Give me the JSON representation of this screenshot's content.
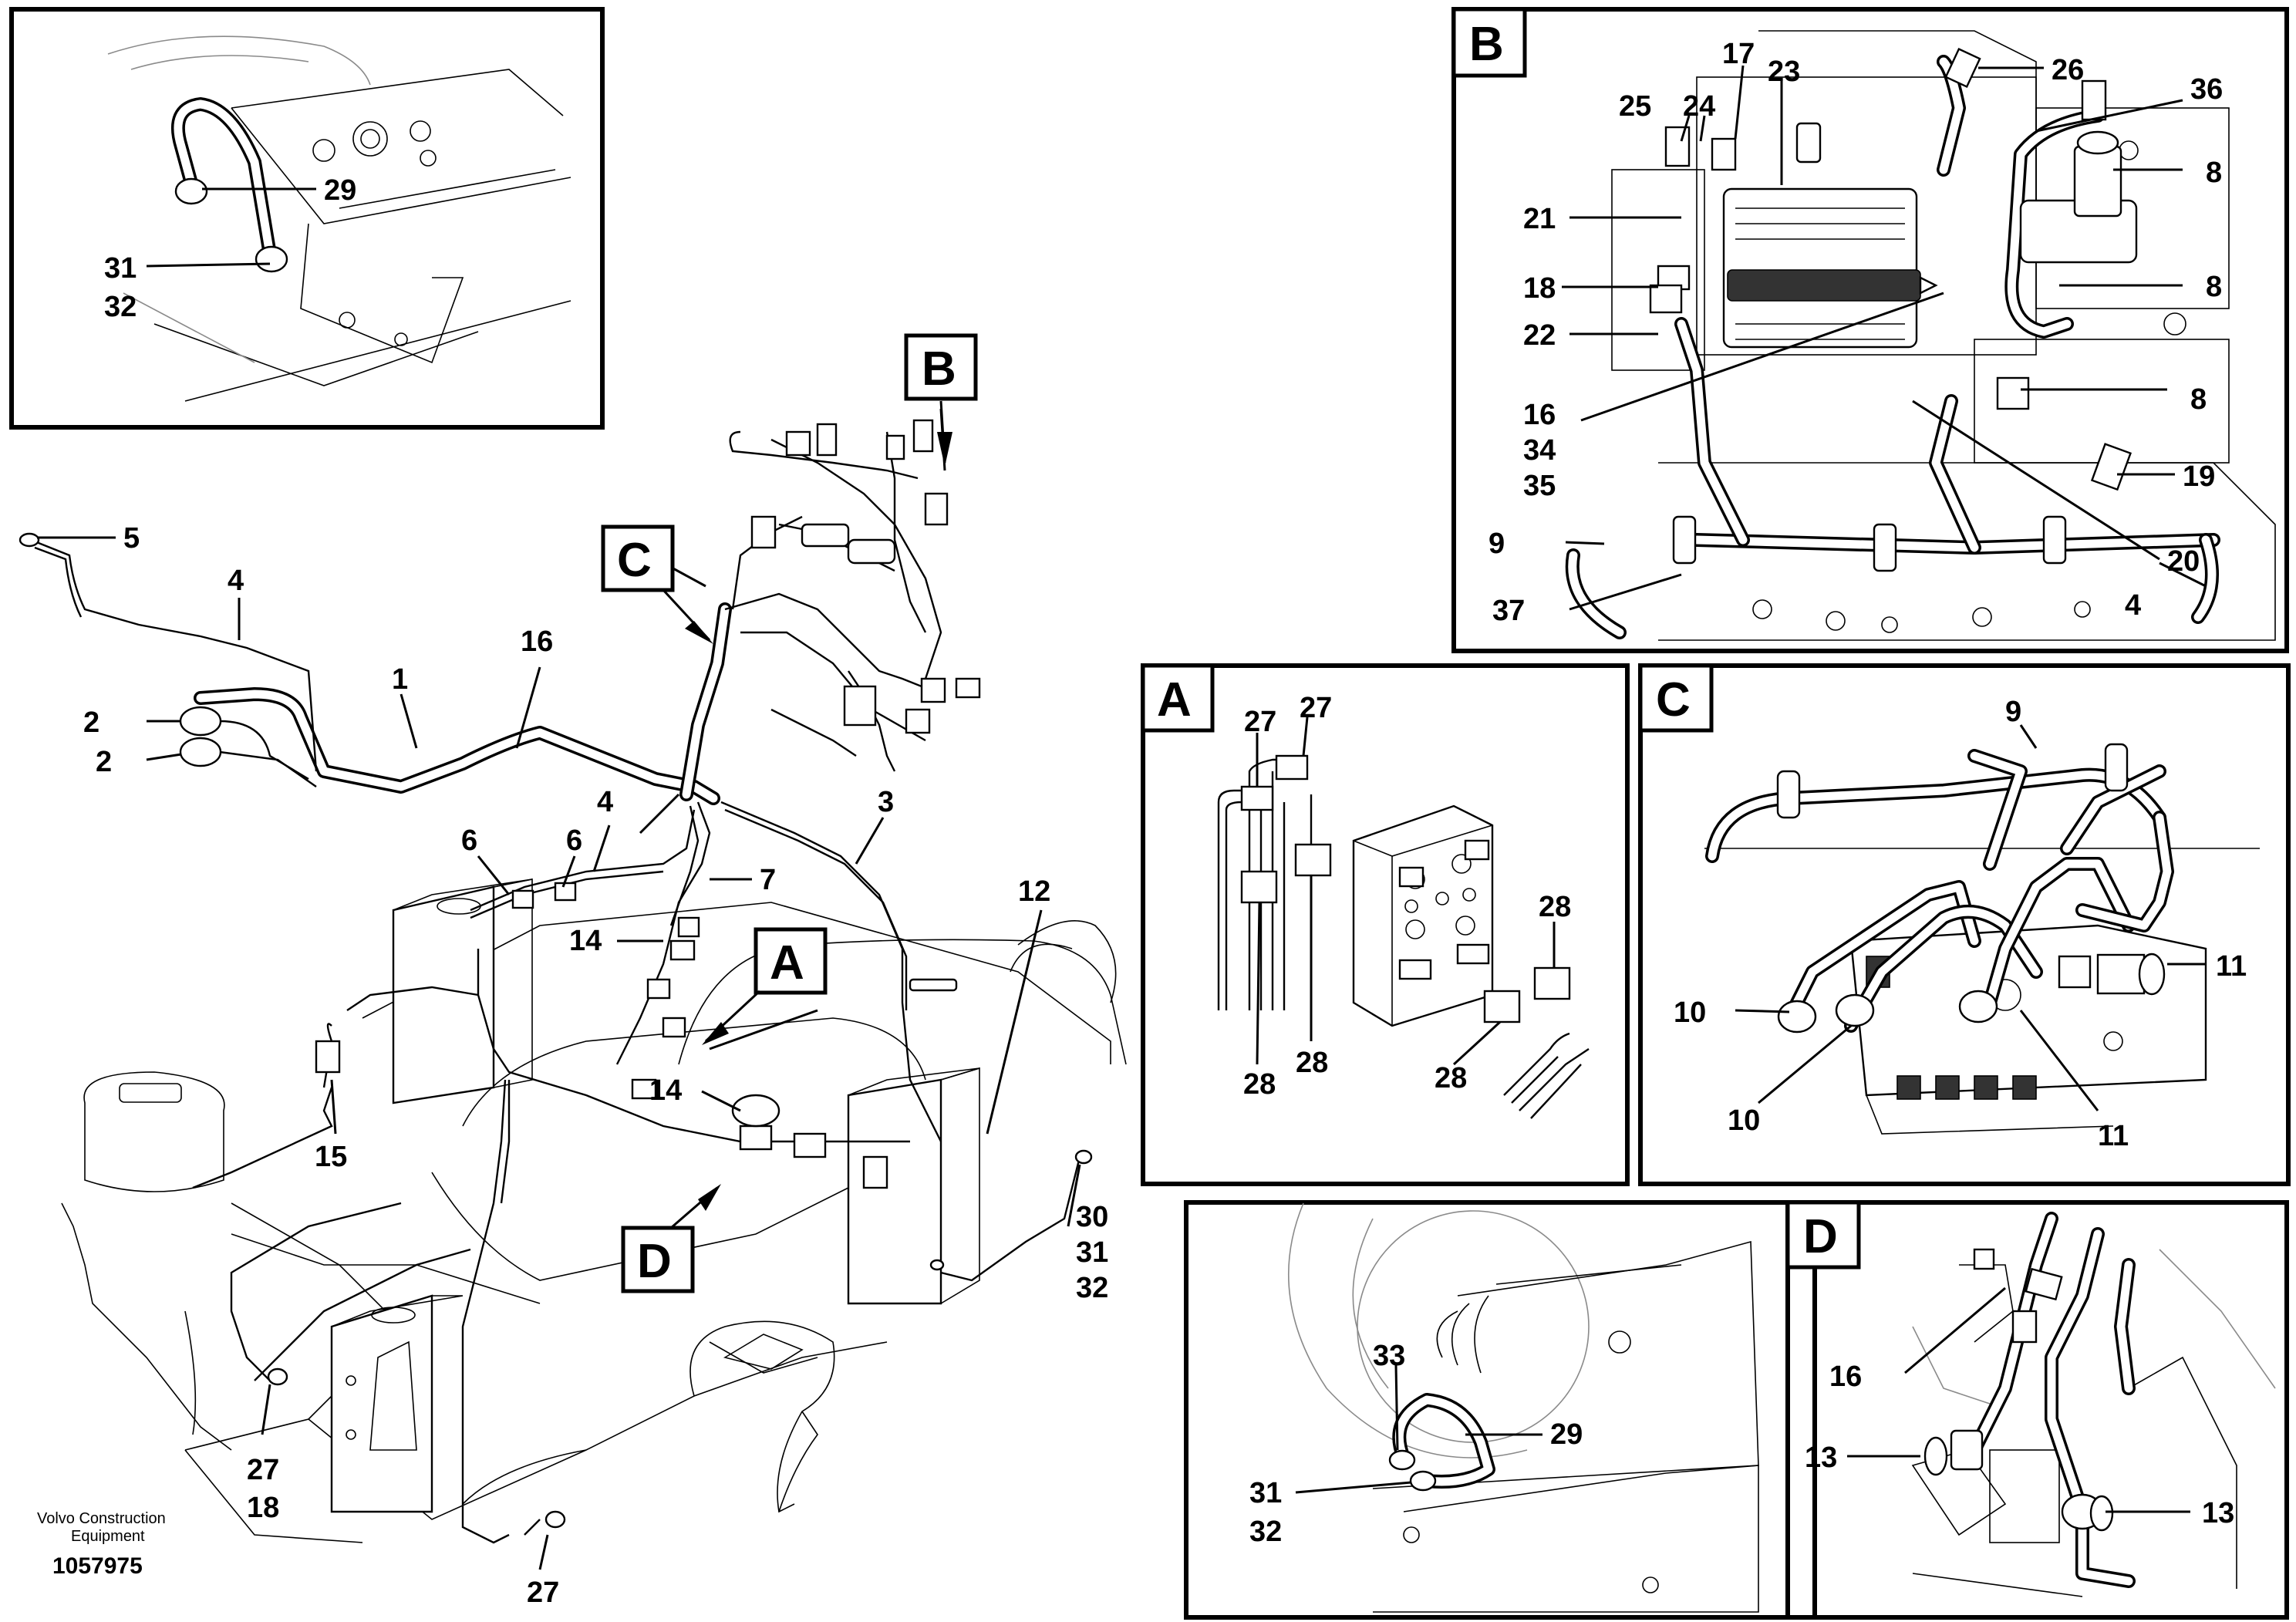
{
  "watermark": {
    "brand_line_1": "Volvo Construction",
    "brand_line_2": "Equipment",
    "part_number": "1057975"
  },
  "detail_tags": {
    "A": "A",
    "B": "B",
    "C": "C",
    "D": "D"
  },
  "callouts": {
    "main": [
      "5",
      "4",
      "1",
      "16",
      "2",
      "2",
      "6",
      "6",
      "4",
      "3",
      "7",
      "14",
      "14",
      "12",
      "15",
      "27",
      "18",
      "27",
      "30",
      "31",
      "32"
    ],
    "top_left_inset": [
      "29",
      "31",
      "32"
    ],
    "detail_B": [
      "25",
      "24",
      "17",
      "23",
      "26",
      "36",
      "8",
      "21",
      "18",
      "22",
      "8",
      "8",
      "16",
      "34",
      "35",
      "19",
      "9",
      "20",
      "37",
      "4"
    ],
    "detail_A": [
      "27",
      "27",
      "28",
      "28",
      "28",
      "28"
    ],
    "detail_C": [
      "9",
      "10",
      "10",
      "11",
      "11"
    ],
    "bottom_center_inset": [
      "33",
      "29",
      "31",
      "32"
    ],
    "detail_D": [
      "16",
      "13",
      "13"
    ]
  }
}
